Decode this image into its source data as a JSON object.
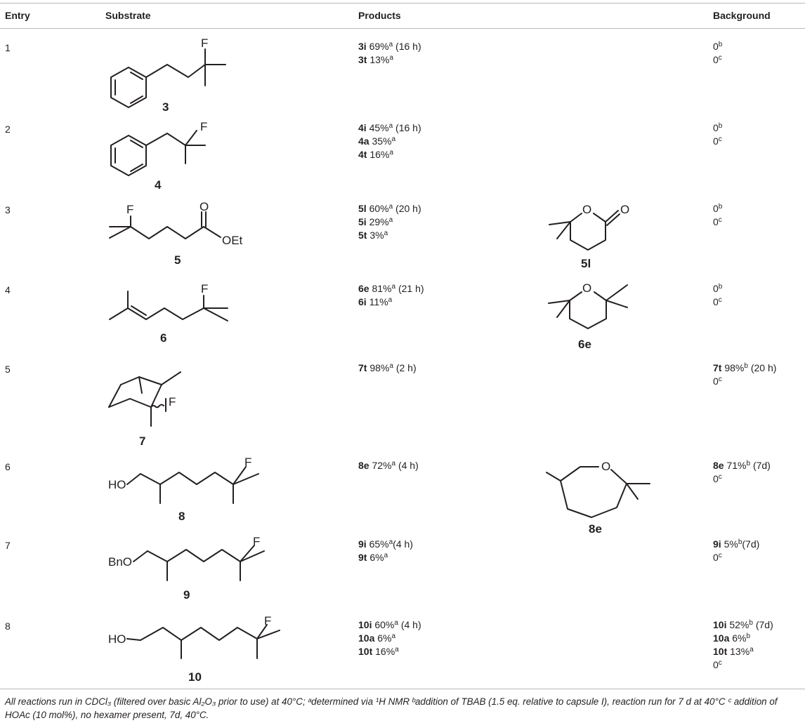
{
  "table": {
    "headers": {
      "entry": "Entry",
      "substrate": "Substrate",
      "products": "Products",
      "background": "Background"
    },
    "rows": [
      {
        "entry": "1",
        "compound": "3",
        "products": [
          {
            "id": "3i",
            "yield": "69%",
            "sup": "a",
            "time": " (16 h)"
          },
          {
            "id": "3t",
            "yield": "13%",
            "sup": "a",
            "time": ""
          }
        ],
        "product_structure": "",
        "background": [
          {
            "id": "",
            "yield": "0",
            "sup": "b",
            "time": ""
          },
          {
            "id": "",
            "yield": "0",
            "sup": "c",
            "time": ""
          }
        ]
      },
      {
        "entry": "2",
        "compound": "4",
        "products": [
          {
            "id": "4i",
            "yield": "45%",
            "sup": "a",
            "time": " (16 h)"
          },
          {
            "id": "4a",
            "yield": "35%",
            "sup": "a",
            "time": ""
          },
          {
            "id": "4t",
            "yield": "16%",
            "sup": "a",
            "time": ""
          }
        ],
        "product_structure": "",
        "background": [
          {
            "id": "",
            "yield": "0",
            "sup": "b",
            "time": ""
          },
          {
            "id": "",
            "yield": "0",
            "sup": "c",
            "time": ""
          }
        ]
      },
      {
        "entry": "3",
        "compound": "5",
        "products": [
          {
            "id": "5l",
            "yield": "60%",
            "sup": "a",
            "time": " (20 h)"
          },
          {
            "id": "5i",
            "yield": "29%",
            "sup": "a",
            "time": ""
          },
          {
            "id": "5t",
            "yield": "3%",
            "sup": "a",
            "time": ""
          }
        ],
        "product_structure": "5l",
        "background": [
          {
            "id": "",
            "yield": "0",
            "sup": "b",
            "time": ""
          },
          {
            "id": "",
            "yield": "0",
            "sup": "c",
            "time": ""
          }
        ]
      },
      {
        "entry": "4",
        "compound": "6",
        "products": [
          {
            "id": "6e",
            "yield": "81%",
            "sup": "a",
            "time": " (21 h)"
          },
          {
            "id": "6i",
            "yield": "11%",
            "sup": "a",
            "time": ""
          }
        ],
        "product_structure": "6e",
        "background": [
          {
            "id": "",
            "yield": "0",
            "sup": "b",
            "time": ""
          },
          {
            "id": "",
            "yield": "0",
            "sup": "c",
            "time": ""
          }
        ]
      },
      {
        "entry": "5",
        "compound": "7",
        "products": [
          {
            "id": "7t",
            "yield": "98%",
            "sup": "a",
            "time": " (2 h)"
          }
        ],
        "product_structure": "",
        "background": [
          {
            "id": "7t",
            "yield": "98%",
            "sup": "b",
            "time": " (20 h)"
          },
          {
            "id": "",
            "yield": "0",
            "sup": "c",
            "time": ""
          }
        ]
      },
      {
        "entry": "6",
        "compound": "8",
        "products": [
          {
            "id": "8e",
            "yield": "72%",
            "sup": "a",
            "time": " (4 h)"
          }
        ],
        "product_structure": "8e",
        "background": [
          {
            "id": "8e",
            "yield": "71%",
            "sup": "b",
            "time": " (7d)"
          },
          {
            "id": "",
            "yield": "0",
            "sup": "c",
            "time": ""
          }
        ]
      },
      {
        "entry": "7",
        "compound": "9",
        "products": [
          {
            "id": "9i",
            "yield": "65%",
            "sup": "a",
            "time": "(4 h)"
          },
          {
            "id": "9t",
            "yield": "6%",
            "sup": "a",
            "time": ""
          }
        ],
        "product_structure": "",
        "background": [
          {
            "id": "9i",
            "yield": "5%",
            "sup": "b",
            "time": "(7d)"
          },
          {
            "id": "",
            "yield": "0",
            "sup": "c",
            "time": ""
          }
        ]
      },
      {
        "entry": "8",
        "compound": "10",
        "products": [
          {
            "id": "10i",
            "yield": "60%",
            "sup": "a",
            "time": " (4 h)"
          },
          {
            "id": "10a",
            "yield": "6%",
            "sup": "a",
            "time": ""
          },
          {
            "id": "10t",
            "yield": "16%",
            "sup": "a",
            "time": ""
          }
        ],
        "product_structure": "",
        "background": [
          {
            "id": "10i",
            "yield": "52%",
            "sup": "b",
            "time": " (7d)"
          },
          {
            "id": "10a",
            "yield": "6%",
            "sup": "b",
            "time": ""
          },
          {
            "id": "10t",
            "yield": "13%",
            "sup": "a",
            "time": ""
          },
          {
            "id": "",
            "yield": "0",
            "sup": "c",
            "time": ""
          }
        ]
      }
    ]
  },
  "atoms": {
    "F": "F",
    "O": "O",
    "OEt": "OEt",
    "HO": "HO",
    "BnO": "BnO"
  },
  "footnote": "All reactions run in CDCl₃ (filtered over basic Al₂O₃ prior to use) at 40°C; ᵃdetermined via ¹H NMR ᵇaddition of TBAB (1.5 eq. relative to capsule I), reaction run for 7 d at 40°C ᶜ addition of HOAc (10 mol%), no hexamer present, 7d, 40°C."
}
